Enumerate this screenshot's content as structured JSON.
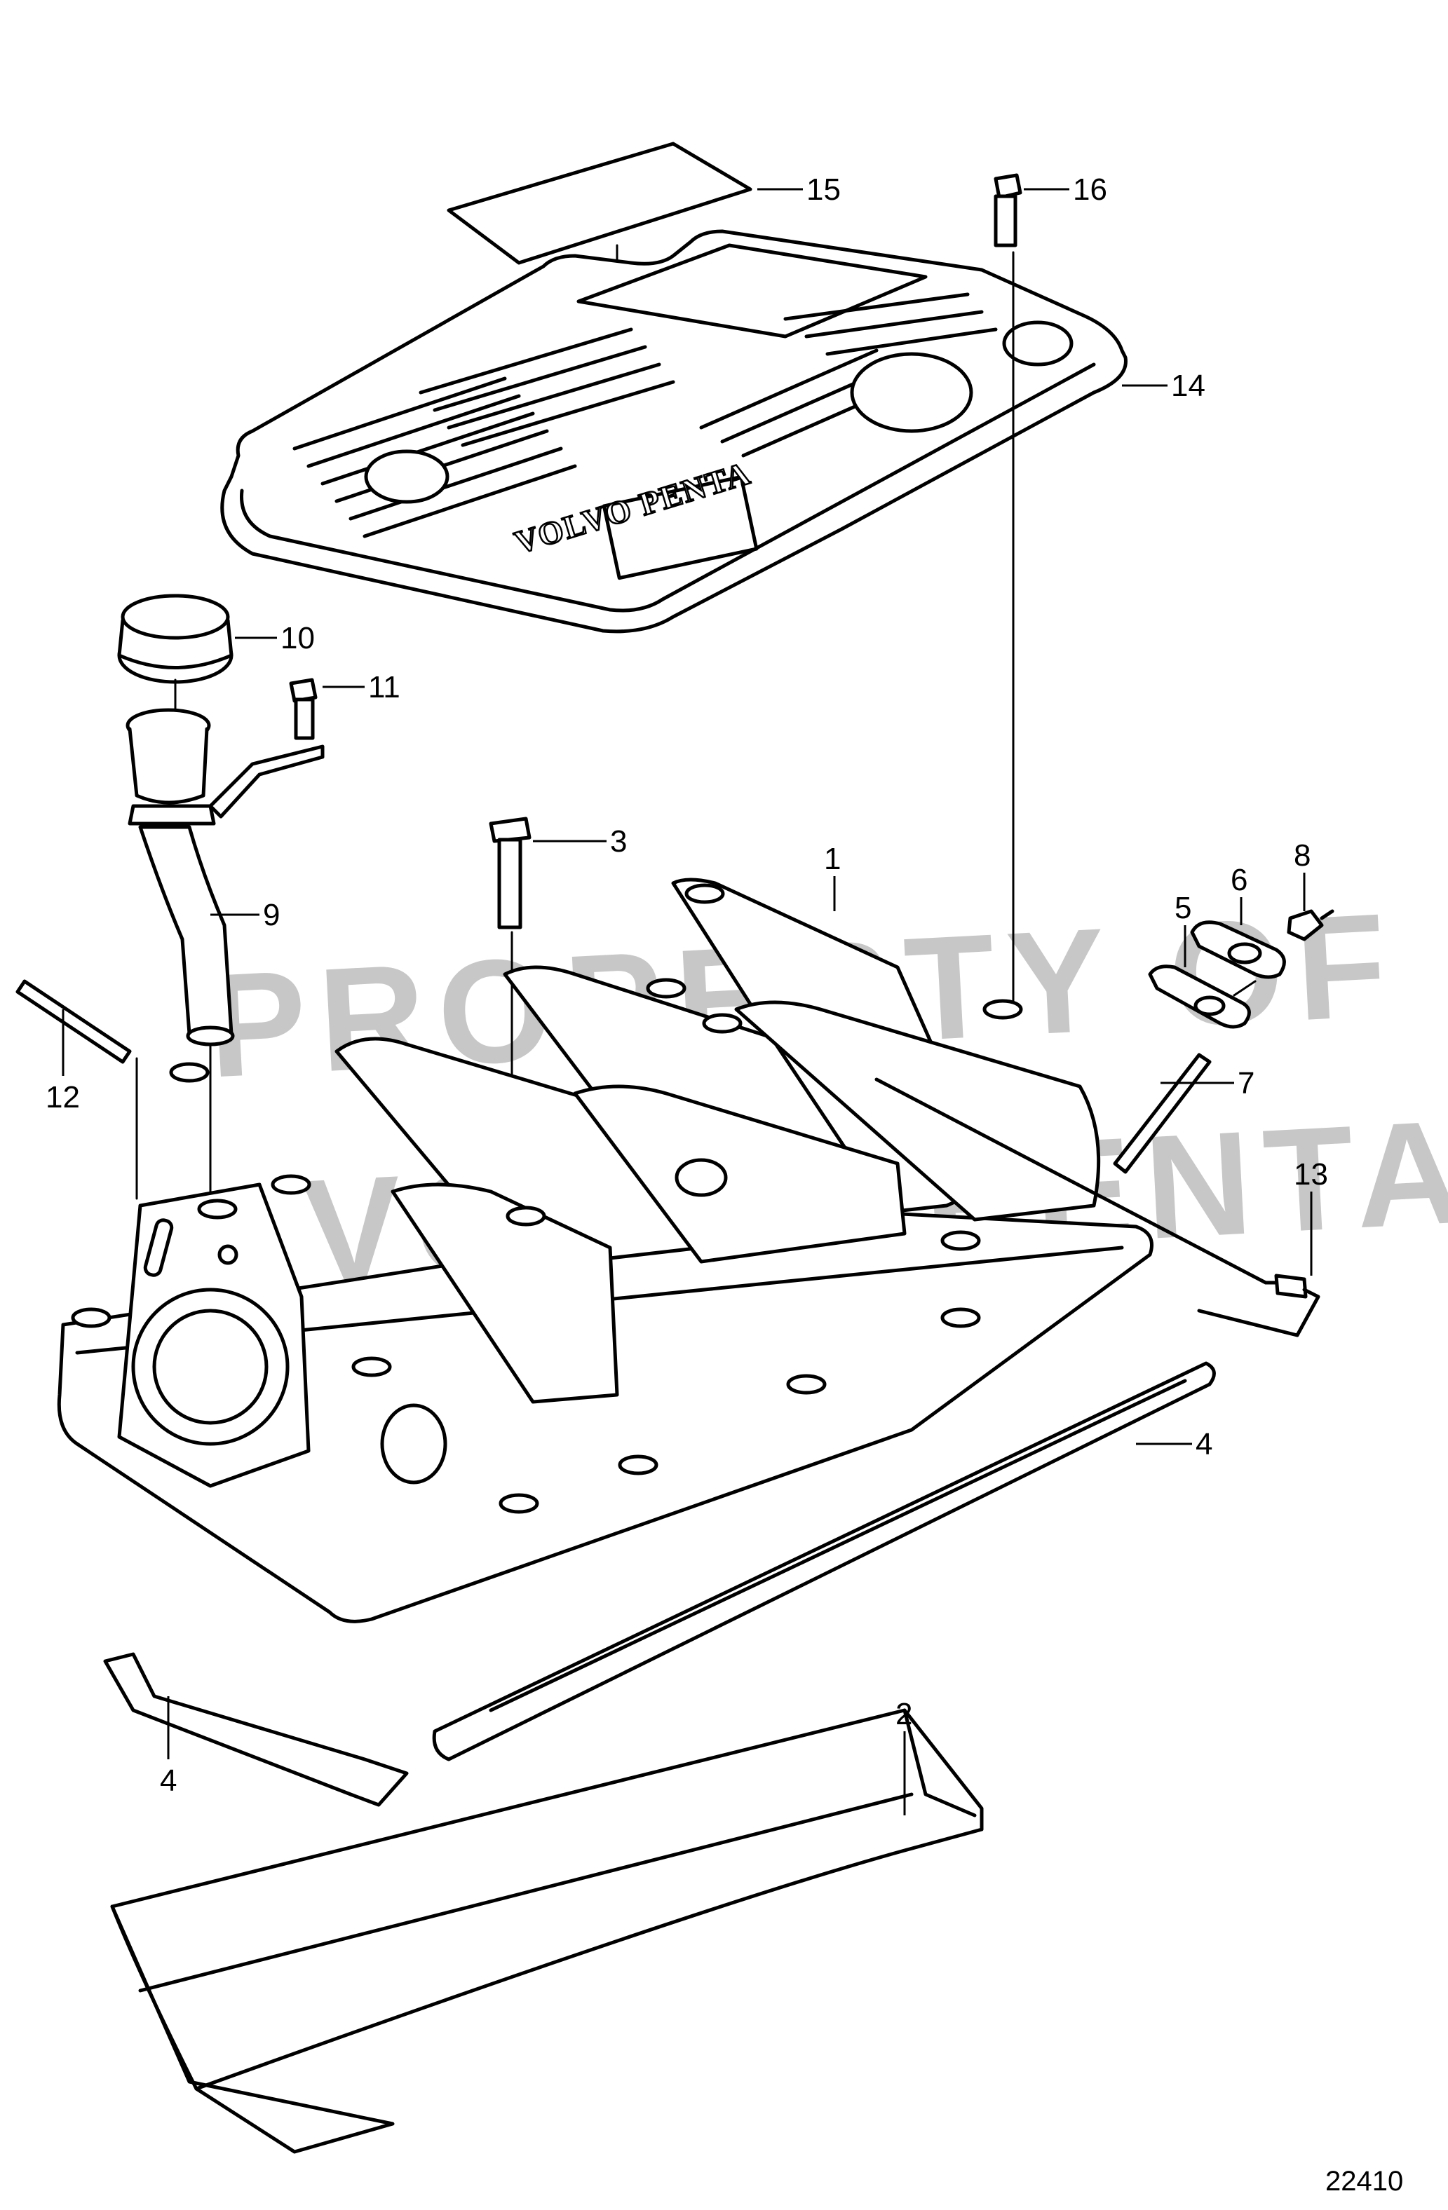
{
  "diagram": {
    "cover_brand_text": "VOLVO PENTA",
    "watermark_line1": "PROPERTY OF",
    "watermark_line2": "VOLVO PENTA",
    "reference_number": "22410",
    "callouts": {
      "c1": "1",
      "c2": "2",
      "c3": "3",
      "c4a": "4",
      "c4b": "4",
      "c5": "5",
      "c6": "6",
      "c7": "7",
      "c8": "8",
      "c9": "9",
      "c10": "10",
      "c11": "11",
      "c12": "12",
      "c13": "13",
      "c14": "14",
      "c15": "15",
      "c16": "16"
    }
  }
}
